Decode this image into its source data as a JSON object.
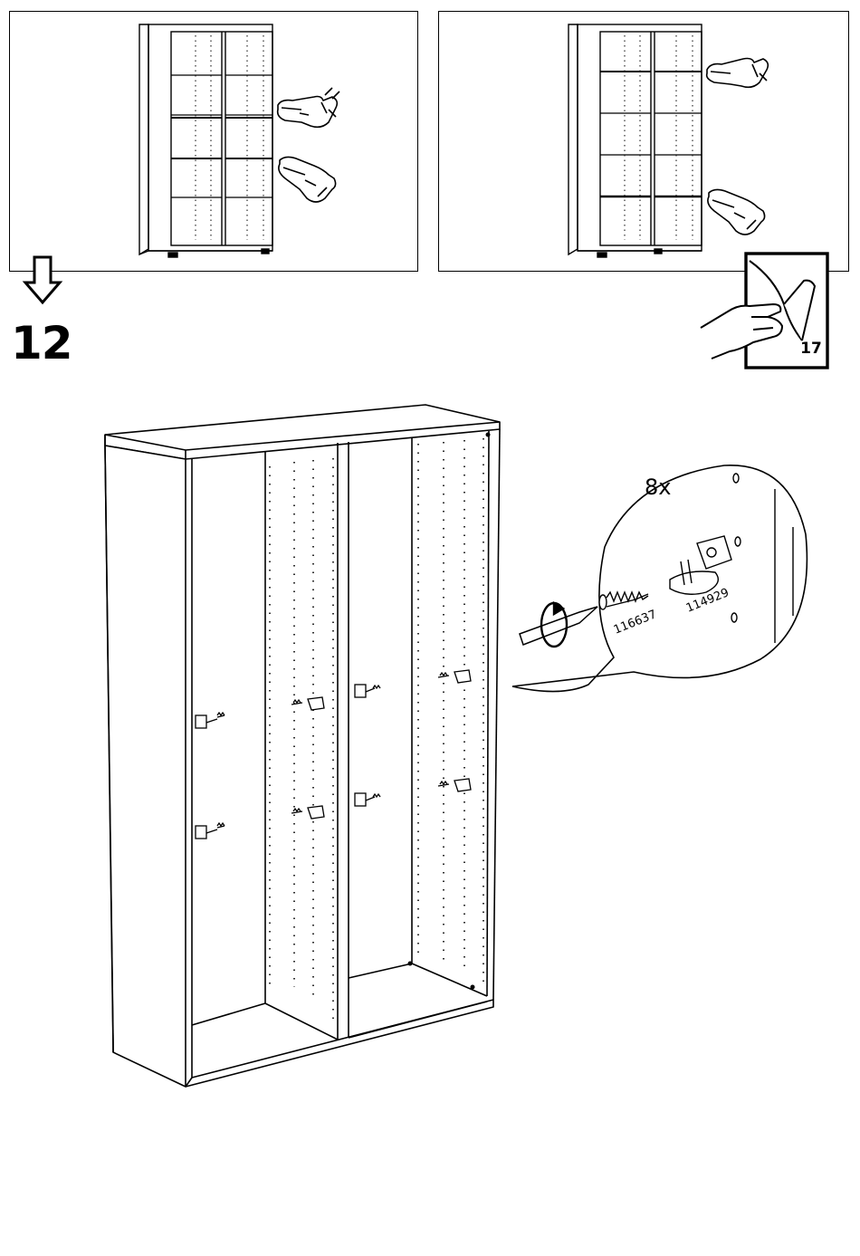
{
  "step": {
    "number": "12"
  },
  "detail": {
    "quantity": "8x",
    "screw_part": "116637",
    "bracket_part": "114929"
  },
  "page_ref": {
    "number": "17"
  },
  "icons": {
    "down_arrow": "down-arrow-icon",
    "page_turn": "page-turn-hand-icon",
    "pointing_hand": "pointing-hand-icon",
    "screwdriver": "screwdriver-icon",
    "rotation": "clockwise-rotation-icon"
  }
}
